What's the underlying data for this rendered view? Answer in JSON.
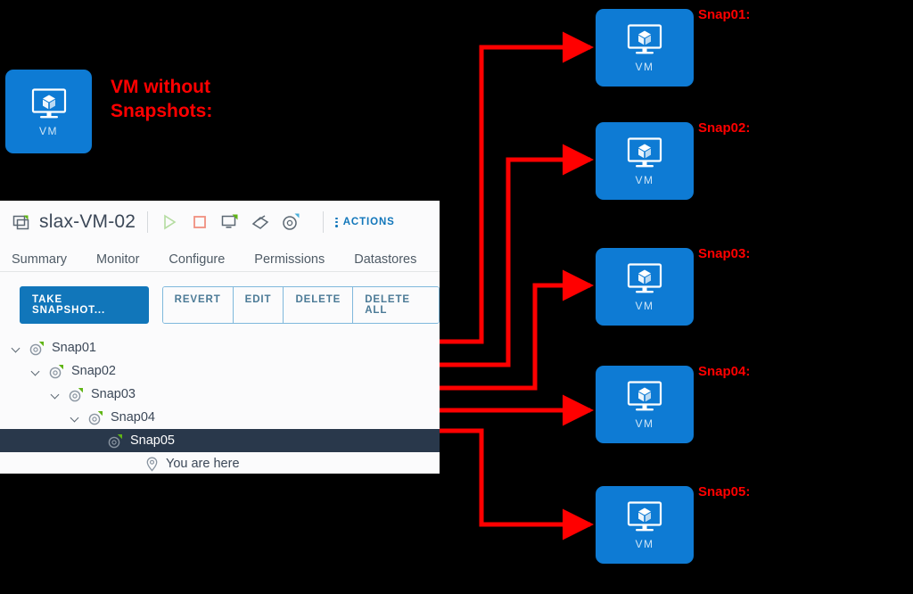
{
  "legend": {
    "vm_without_snapshots": "VM without\nSnapshots:",
    "vm_tile_label": "VM"
  },
  "panel": {
    "vm_name": "slax-VM-02",
    "vm_icon": "vm-badge-icon",
    "toolbar": {
      "actions_label": "ACTIONS",
      "icons": [
        {
          "name": "power-on-icon",
          "title": "Power On"
        },
        {
          "name": "power-off-icon",
          "title": "Power Off"
        },
        {
          "name": "launch-console-icon",
          "title": "Launch Web Console"
        },
        {
          "name": "migrate-icon",
          "title": "Migrate"
        },
        {
          "name": "take-snapshot-icon",
          "title": "Take Snapshot"
        }
      ]
    },
    "tabs": [
      {
        "label": "Summary"
      },
      {
        "label": "Monitor"
      },
      {
        "label": "Configure"
      },
      {
        "label": "Permissions"
      },
      {
        "label": "Datastores"
      }
    ],
    "buttons": {
      "primary": "TAKE SNAPSHOT...",
      "secondary": [
        "REVERT",
        "EDIT",
        "DELETE",
        "DELETE ALL"
      ]
    },
    "tree": [
      {
        "label": "Snap01",
        "depth": 0,
        "expanded": true,
        "selected": false,
        "icon": "snapshot-icon"
      },
      {
        "label": "Snap02",
        "depth": 1,
        "expanded": true,
        "selected": false,
        "icon": "snapshot-icon"
      },
      {
        "label": "Snap03",
        "depth": 2,
        "expanded": true,
        "selected": false,
        "icon": "snapshot-icon"
      },
      {
        "label": "Snap04",
        "depth": 3,
        "expanded": true,
        "selected": false,
        "icon": "snapshot-icon"
      },
      {
        "label": "Snap05",
        "depth": 4,
        "expanded": false,
        "selected": true,
        "icon": "snapshot-icon"
      }
    ],
    "you_are_here": {
      "label": "You are here",
      "icon": "map-pin-icon"
    }
  },
  "snapshot_states": [
    {
      "caption": "Snap01:",
      "vm_label": "VM"
    },
    {
      "caption": "Snap02:",
      "vm_label": "VM"
    },
    {
      "caption": "Snap03:",
      "vm_label": "VM"
    },
    {
      "caption": "Snap04:",
      "vm_label": "VM"
    },
    {
      "caption": "Snap05:",
      "vm_label": "VM"
    }
  ],
  "colors": {
    "vm_blue": "#0e7bd4",
    "arrow_red": "#ff0000",
    "accent_blue": "#1176ba",
    "selection_navy": "#29384b",
    "panel_bg": "#fbfbfc"
  }
}
